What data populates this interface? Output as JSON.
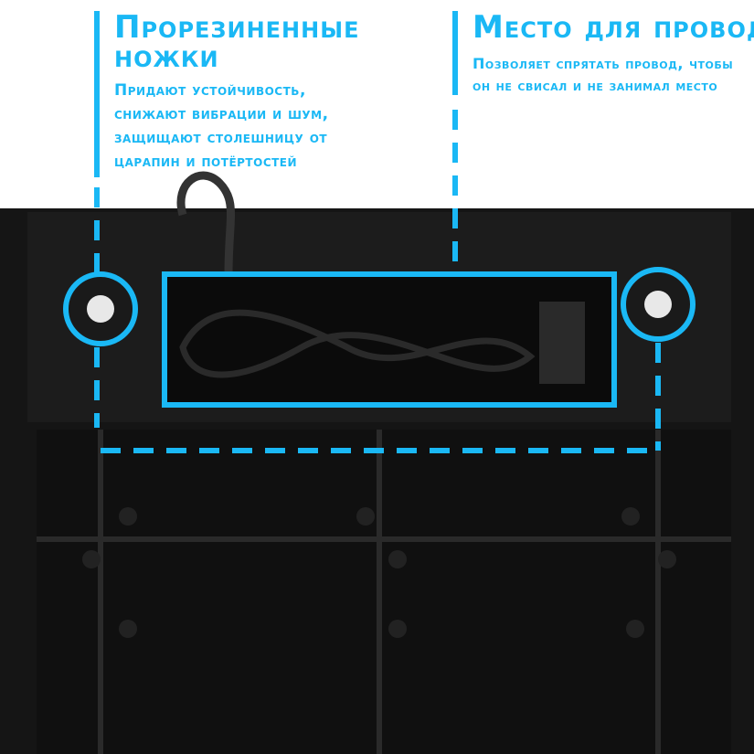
{
  "left_callout": {
    "title": "Прорезиненные ножки",
    "description": [
      "Придают устойчивость,",
      "снижают вибрации и шум,",
      "защищают столешницу от",
      "царапин и потёртостей"
    ]
  },
  "right_callout": {
    "title": "Место для провода",
    "description": [
      "Позволяет спрятать провод, чтобы",
      "он не свисал и не занимал место"
    ]
  },
  "accent_color": "#1ab8f5"
}
